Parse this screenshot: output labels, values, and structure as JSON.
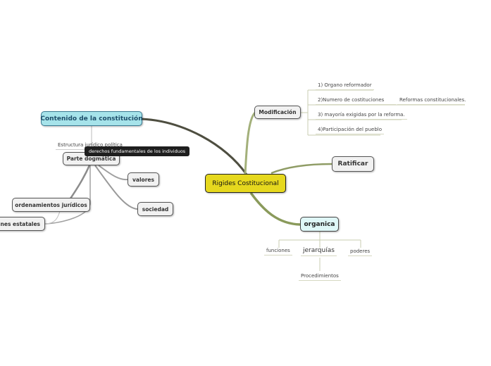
{
  "central": {
    "label": "Rigides Costitucional"
  },
  "branches": {
    "modificacion": {
      "label": "Modificación",
      "items": [
        "1) Organo reformador",
        "2)Numero de costituciones",
        "3) mayoría exigidas por la reforma.",
        "4)Participación del pueblo"
      ],
      "sub_item": "Reformas constitucionales."
    },
    "ratificar": {
      "label": "Ratificar"
    },
    "organica": {
      "label": "organica",
      "items": [
        "funciones",
        "jerarquías",
        "poderes"
      ],
      "sub_item": "Procedimientos"
    },
    "contenido": {
      "label": "Contenido de la constitución",
      "leaf": "Estructura jurídico política",
      "tooltip": "derechos fundamentales de los individuos",
      "parte": {
        "label": "Parte dogmática",
        "items": [
          "valores",
          "sociedad",
          "ordenamientos jurídicos"
        ],
        "sub_item": "fines estatales"
      }
    }
  },
  "colors": {
    "central": "#e6d81e",
    "cyan": "#a6e3ea",
    "light_cyan": "#dff7f7",
    "olive_link": "#8a9a5b",
    "dark_link": "#4a4a3a"
  }
}
